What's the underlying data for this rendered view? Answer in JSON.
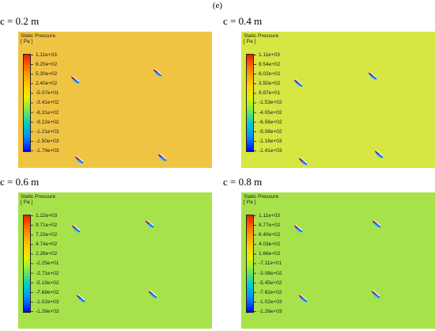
{
  "figure_label": "(e)",
  "legend_title_line1": "Static Pressure",
  "legend_title_line2": "[ Pa ]",
  "panels": [
    {
      "title": "c = 0.2 m",
      "background_color": "#f0c443",
      "ticks": [
        "1.11e+03",
        "8.20e+02",
        "5.30e+02",
        "2.40e+02",
        "-5.07e+01",
        "-3.41e+02",
        "-6.31e+02",
        "-9.22e+02",
        "-1.21e+03",
        "-1.50e+03",
        "-1.79e+03"
      ]
    },
    {
      "title": "c = 0.4 m",
      "background_color": "#d6e642",
      "ticks": [
        "1.11e+03",
        "8.54e+02",
        "6.02e+02",
        "3.50e+02",
        "9.87e+01",
        "-1.53e+02",
        "-4.05e+02",
        "-6.56e+02",
        "-9.08e+02",
        "-1.16e+03",
        "-1.41e+03"
      ]
    },
    {
      "title": "c = 0.6 m",
      "background_color": "#a8e24a",
      "ticks": [
        "1.22e+03",
        "9.71e+02",
        "7.23e+02",
        "4.74e+02",
        "2.26e+02",
        "-2.25e+01",
        "-2.71e+02",
        "-5.19e+02",
        "-7.68e+02",
        "-1.02e+03",
        "-1.26e+03"
      ]
    },
    {
      "title": "c = 0.8 m",
      "background_color": "#a8e24a",
      "ticks": [
        "1.11e+03",
        "8.77e+02",
        "6.40e+02",
        "4.03e+02",
        "1.66e+02",
        "-7.11e+01",
        "-3.08e+02",
        "-5.45e+02",
        "-7.82e+02",
        "-1.02e+03",
        "-1.26e+03"
      ]
    }
  ]
}
